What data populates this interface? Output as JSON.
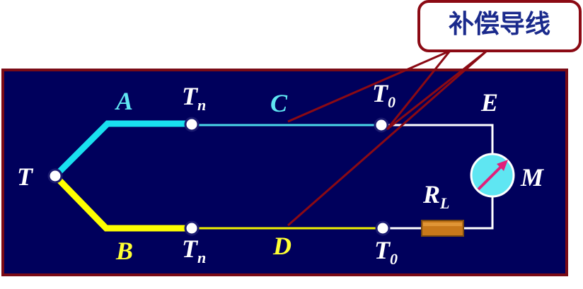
{
  "callout": {
    "text": "补偿导线"
  },
  "labels": {
    "T": "T",
    "A": "A",
    "B": "B",
    "C": "C",
    "D": "D",
    "E": "E",
    "M": "M",
    "Tn": {
      "base": "T",
      "sub": "n"
    },
    "T0": {
      "base": "T",
      "sub": "0"
    },
    "RL": {
      "base": "R",
      "sub": "L"
    }
  },
  "colors": {
    "background_panel": "#00005c",
    "panel_border": "#7a0b16",
    "callout_border": "#8b0a14",
    "callout_text": "#1a2a8c",
    "wire_A": "#19e1f0",
    "wire_B": "#ffff00",
    "wire_C": "#4ad8e8",
    "wire_D": "#f0f000",
    "wire_copper": "#ffffff",
    "leader": "#8b0a14",
    "meter_face": "#5fe6f2",
    "meter_needle": "#e0207a",
    "resistor": "#c8781a",
    "label_cyan": "#5fe6f2",
    "label_yellow": "#ffff33",
    "label_white": "#ffffff"
  }
}
